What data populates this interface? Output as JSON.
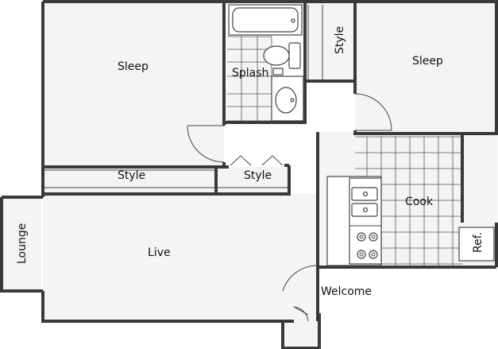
{
  "rooms": {
    "sleep_left": "Sleep",
    "sleep_right": "Sleep",
    "splash": "Splash",
    "style_vertical": "Style",
    "style_hall": "Style",
    "style_closet": "Style",
    "cook": "Cook",
    "ref": "Ref.",
    "lounge": "Lounge",
    "live": "Live",
    "welcome": "Welcome"
  }
}
